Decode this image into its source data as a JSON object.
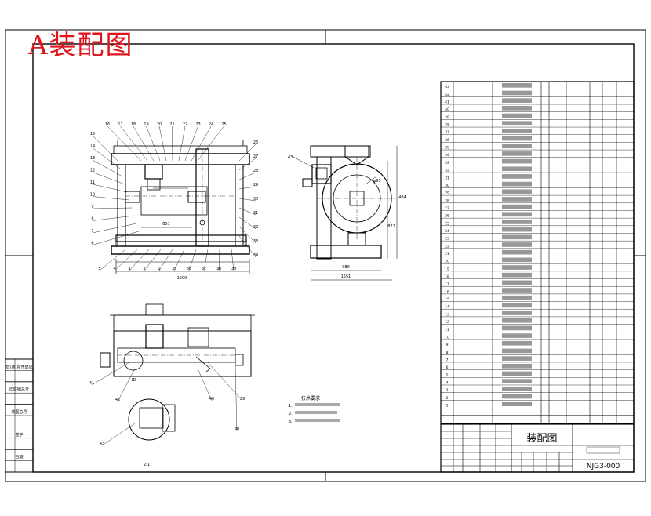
{
  "overlay_title": "A装配图",
  "drawing": {
    "title_block": {
      "drawing_name": "装配图",
      "drawing_number": "NJG3-000"
    },
    "tech_requirements": {
      "heading": "技术要求",
      "items": [
        "1.",
        "2.",
        "3."
      ]
    },
    "views": {
      "detail_scale": "2:1",
      "detail_label": "ID"
    },
    "dimensions": {
      "front_width": "1200",
      "front_inner": "851",
      "side_width": "1551",
      "side_inner": "980",
      "side_height": "484",
      "side_height2": "822",
      "dia": "φ95"
    },
    "balloons_left": [
      "15",
      "14",
      "13",
      "12",
      "11",
      "10",
      "9",
      "8",
      "7",
      "6"
    ],
    "balloons_top": [
      "16",
      "17",
      "18",
      "19",
      "20",
      "21",
      "22",
      "23",
      "24",
      "25"
    ],
    "balloons_right": [
      "26",
      "27",
      "28",
      "29",
      "30",
      "31",
      "32",
      "33",
      "34"
    ],
    "balloons_bottom": [
      "5",
      "4",
      "3",
      "2",
      "1",
      "35",
      "36",
      "37",
      "38",
      "39"
    ],
    "balloons_plan": [
      "41",
      "42",
      "43",
      "40",
      "39",
      "38"
    ],
    "bom_numbers": [
      "43",
      "42",
      "41",
      "40",
      "39",
      "38",
      "37",
      "36",
      "35",
      "34",
      "33",
      "32",
      "31",
      "30",
      "29",
      "28",
      "27",
      "26",
      "25",
      "24",
      "23",
      "22",
      "21",
      "20",
      "19",
      "18",
      "17",
      "16",
      "15",
      "14",
      "13",
      "12",
      "11",
      "10",
      "9",
      "8",
      "7",
      "6",
      "5",
      "4",
      "3",
      "2",
      "1"
    ]
  },
  "sidebar_labels": [
    "借(通)用件登记",
    "旧底图总号",
    "底图总号",
    "签字",
    "日期"
  ]
}
